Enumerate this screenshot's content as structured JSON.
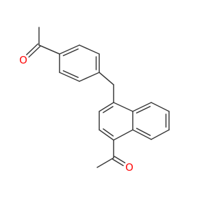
{
  "molecule": {
    "atoms": [
      {
        "element": "O",
        "show_label": true
      },
      {
        "element": "C",
        "show_label": false
      },
      {
        "element": "C",
        "show_label": false
      },
      {
        "element": "C",
        "show_label": false
      },
      {
        "element": "C",
        "show_label": false
      },
      {
        "element": "C",
        "show_label": false
      },
      {
        "element": "C",
        "show_label": false
      },
      {
        "element": "C",
        "show_label": false
      },
      {
        "element": "C",
        "show_label": false
      },
      {
        "element": "C",
        "show_label": false
      },
      {
        "element": "C",
        "show_label": false
      },
      {
        "element": "C",
        "show_label": false
      },
      {
        "element": "C",
        "show_label": false
      },
      {
        "element": "C",
        "show_label": false
      },
      {
        "element": "C",
        "show_label": false
      },
      {
        "element": "C",
        "show_label": false
      },
      {
        "element": "C",
        "show_label": false
      },
      {
        "element": "C",
        "show_label": false
      },
      {
        "element": "C",
        "show_label": false
      },
      {
        "element": "C",
        "show_label": false
      },
      {
        "element": "C",
        "show_label": false
      },
      {
        "element": "C",
        "show_label": false
      },
      {
        "element": "O",
        "show_label": true
      }
    ],
    "bonds": [
      {
        "a": 0,
        "b": 1,
        "order": 2
      },
      {
        "a": 1,
        "b": 2,
        "order": 1
      },
      {
        "a": 1,
        "b": 3,
        "order": 1
      },
      {
        "a": 3,
        "b": 4,
        "order": 2
      },
      {
        "a": 4,
        "b": 5,
        "order": 1
      },
      {
        "a": 5,
        "b": 6,
        "order": 2
      },
      {
        "a": 6,
        "b": 7,
        "order": 1
      },
      {
        "a": 7,
        "b": 8,
        "order": 2
      },
      {
        "a": 8,
        "b": 3,
        "order": 1
      },
      {
        "a": 6,
        "b": 9,
        "order": 1
      },
      {
        "a": 9,
        "b": 10,
        "order": 1
      },
      {
        "a": 10,
        "b": 11,
        "order": 2
      },
      {
        "a": 11,
        "b": 12,
        "order": 1
      },
      {
        "a": 12,
        "b": 13,
        "order": 2
      },
      {
        "a": 13,
        "b": 14,
        "order": 1
      },
      {
        "a": 14,
        "b": 15,
        "order": 2
      },
      {
        "a": 15,
        "b": 16,
        "order": 1
      },
      {
        "a": 16,
        "b": 17,
        "order": 2
      },
      {
        "a": 17,
        "b": 18,
        "order": 1
      },
      {
        "a": 18,
        "b": 19,
        "order": 2
      },
      {
        "a": 19,
        "b": 10,
        "order": 1
      },
      {
        "a": 19,
        "b": 14,
        "order": 1
      },
      {
        "a": 13,
        "b": 20,
        "order": 1
      },
      {
        "a": 20,
        "b": 21,
        "order": 1
      },
      {
        "a": 20,
        "b": 22,
        "order": 2
      }
    ],
    "colors": {
      "bond": "#3a3a3a",
      "oxygen": "#ff0d0d",
      "background": "#ffffff"
    }
  }
}
